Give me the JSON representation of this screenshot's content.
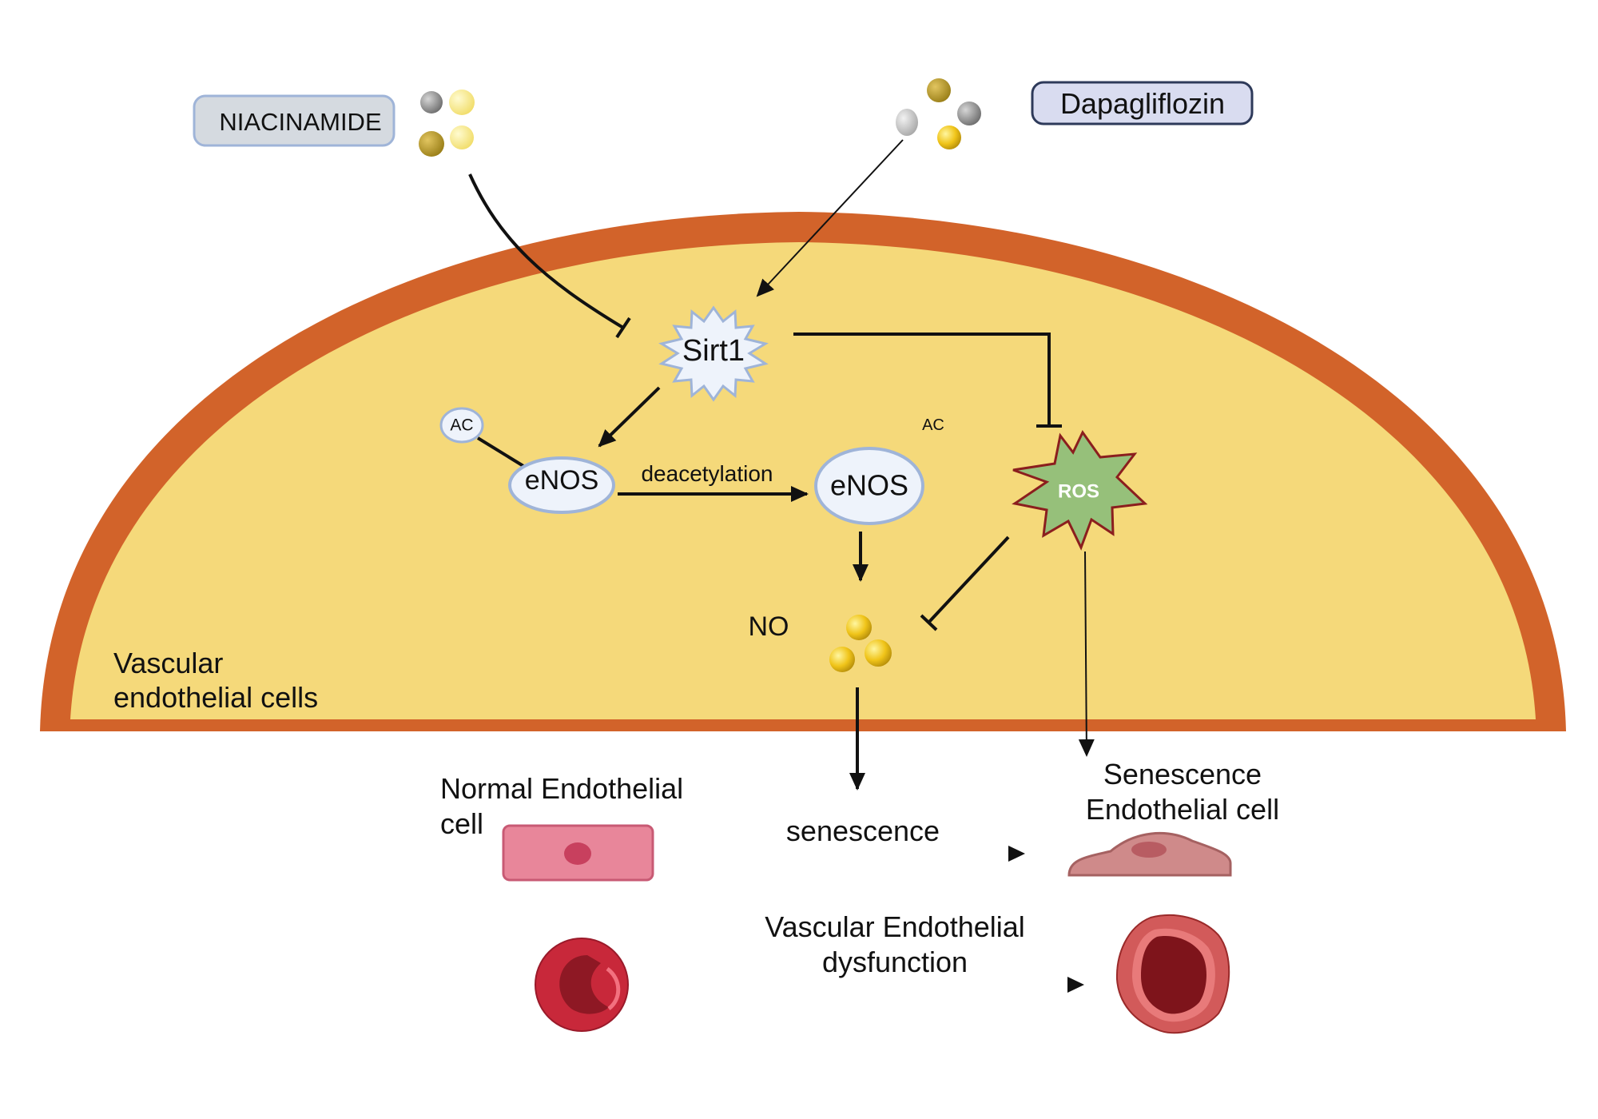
{
  "labels": {
    "niacinamide": "NIACINAMIDE",
    "dapagliflozin": "Dapagliflozin",
    "sirt1": "Sirt1",
    "ac_bound": "AC",
    "ac_free": "AC",
    "enos_left": "eNOS",
    "enos_right": "eNOS",
    "deacetylation": "deacetylation",
    "ros": "ROS",
    "no": "NO",
    "cell_region_line1": "Vascular",
    "cell_region_line2": "endothelial cells",
    "normal_cell_line1": "Normal Endothelial",
    "normal_cell_line2": "cell",
    "senescence_cell_line1": "Senescence",
    "senescence_cell_line2": "Endothelial cell",
    "senescence": "senescence",
    "dysfunction_line1": "Vascular Endothelial",
    "dysfunction_line2": "dysfunction"
  },
  "colors": {
    "cell_fill": "#f5d97a",
    "cell_border": "#d2632a",
    "drug_box_niacinamide": "#d5dae0",
    "drug_box_dapagliflozin": "#d9dcf0",
    "sirt1_fill": "#eef3fb",
    "ros_fill": "#96c07a",
    "ros_border": "#8b1e1e",
    "enos_fill": "#eef3fb",
    "no_molecule": "#f0c419",
    "normal_cell": "#e8869a",
    "senescent_cell": "#cf8a8a",
    "rbc": "#c8283a"
  }
}
